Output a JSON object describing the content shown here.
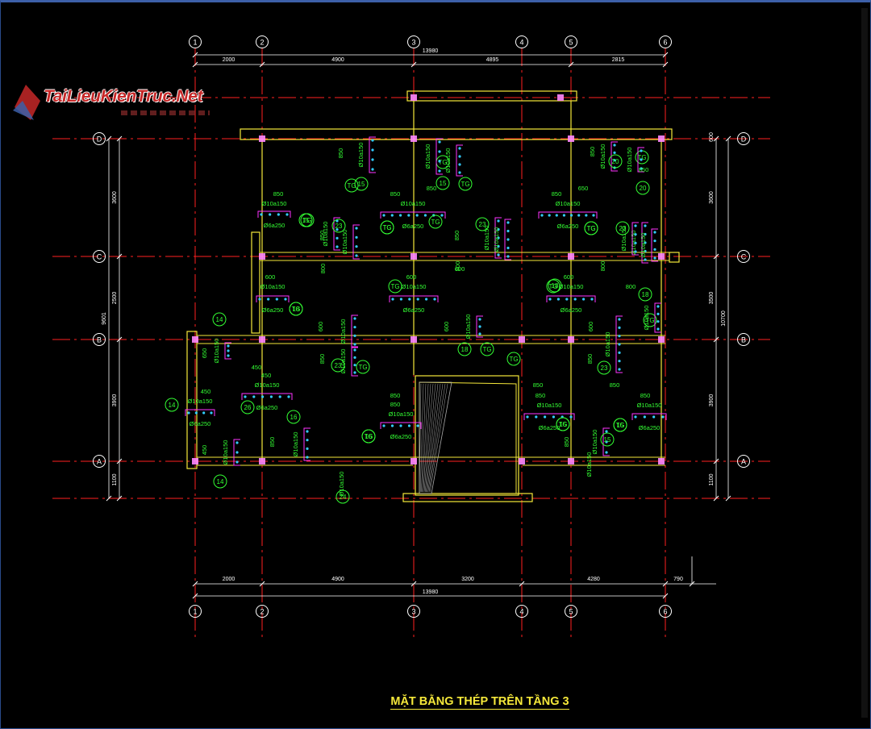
{
  "watermark": {
    "text": "TaiLieuKienTruc.Net"
  },
  "title": "MẶT BẰNG THÉP TRÊN TẦNG 3",
  "grid_labels": {
    "columns": [
      "1",
      "2",
      "3",
      "4",
      "5",
      "6"
    ],
    "rows": [
      "D",
      "C",
      "B",
      "A"
    ]
  },
  "dims_top": {
    "segments": [
      "2000",
      "4900",
      "4895",
      "2815"
    ],
    "total": "13980"
  },
  "dims_bottom": {
    "segments": [
      "2000",
      "4900",
      "3200",
      "4280",
      "790"
    ],
    "total": "13980"
  },
  "dims_left": {
    "segments": [
      "3600",
      "2500",
      "3900",
      "1100"
    ],
    "total": "9601"
  },
  "dims_right": {
    "segments": [
      "3600",
      "3500",
      "3900",
      "1100"
    ],
    "total": "10700",
    "extra": "600"
  },
  "rebar_labels": {
    "top": "Ø10a150",
    "bottom": "Ø6a250",
    "tg": "TG",
    "d850": "850",
    "d600": "600",
    "d650": "650",
    "d450": "450",
    "d800": "800"
  },
  "marks": [
    "14",
    "15",
    "16",
    "17",
    "18",
    "20",
    "23",
    "24",
    "26"
  ],
  "colors": {
    "background": "#000000",
    "axis": "#ff2020",
    "wall": "#f5e83a",
    "dimension": "#ffffff",
    "rebar": "#33ff33",
    "stirrup": "#ff33ff",
    "bar_dot": "#33ccff"
  }
}
